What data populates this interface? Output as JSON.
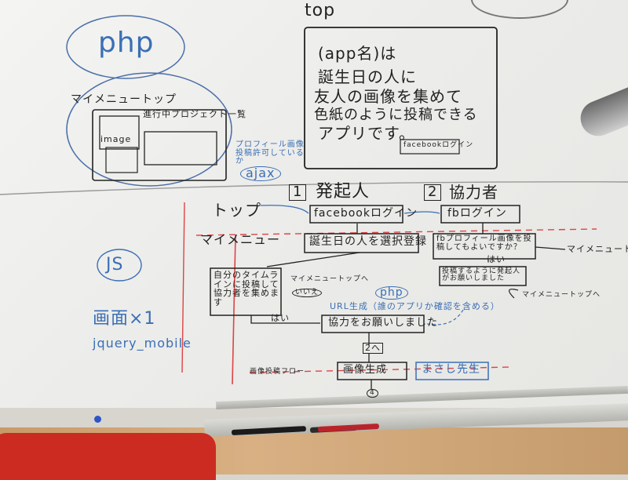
{
  "whiteboard": {
    "php_label": "php",
    "top_label": "top",
    "mymenu_top_label": "マイメニュートップ",
    "ongoing_projects": "進行中プロジェクト一覧",
    "image_label": "image",
    "post_permission_note": "プロフィール画像投稿許可しているか",
    "ajax_label": "ajax",
    "app_description": [
      "(app名)は",
      "誕生日の人に",
      "友人の画像を集めて",
      "色紙のように投稿できる",
      "アプリです。"
    ],
    "facebook_login_small": "facebookログイン",
    "section1_number": "1",
    "section1_title": "発起人",
    "section2_number": "2",
    "section2_title": "協力者",
    "top_row_label": "トップ",
    "fb_login_1": "facebookログイン",
    "fb_login_2": "fbログイン",
    "mymenu_label": "マイメニュー",
    "birthday_select": "誕生日の人を選択登録",
    "fb_permission_question": "fbプロフィール画像を投稿してもよいですか？",
    "yes_label": "はい",
    "to_mymenu_top": "マイメニュートップ",
    "self_timeline": "自分のタイムラインに投稿して協力者を集めます",
    "to_mymenu_top_2": "マイメニュートップへ",
    "iie_label": "いいえ",
    "requested_note": "投稿するように発起人がお願いしました",
    "to_mymenu_top_3": "マイメニュートップへ",
    "php_label_2": "php",
    "url_generate": "URL生成（誰のアプリか確認を含める）",
    "js_label": "JS",
    "gamen_label": "画面×1",
    "jquery_mobile": "jquery_mobile",
    "hai_label": "はい",
    "request_coop": "協力をお願いしました",
    "step2_label": "2へ",
    "image_post_flow": "画像投稿フロー",
    "image_generate": "画像生成",
    "masashi_label": "まさし先生",
    "step4_label": "4"
  }
}
